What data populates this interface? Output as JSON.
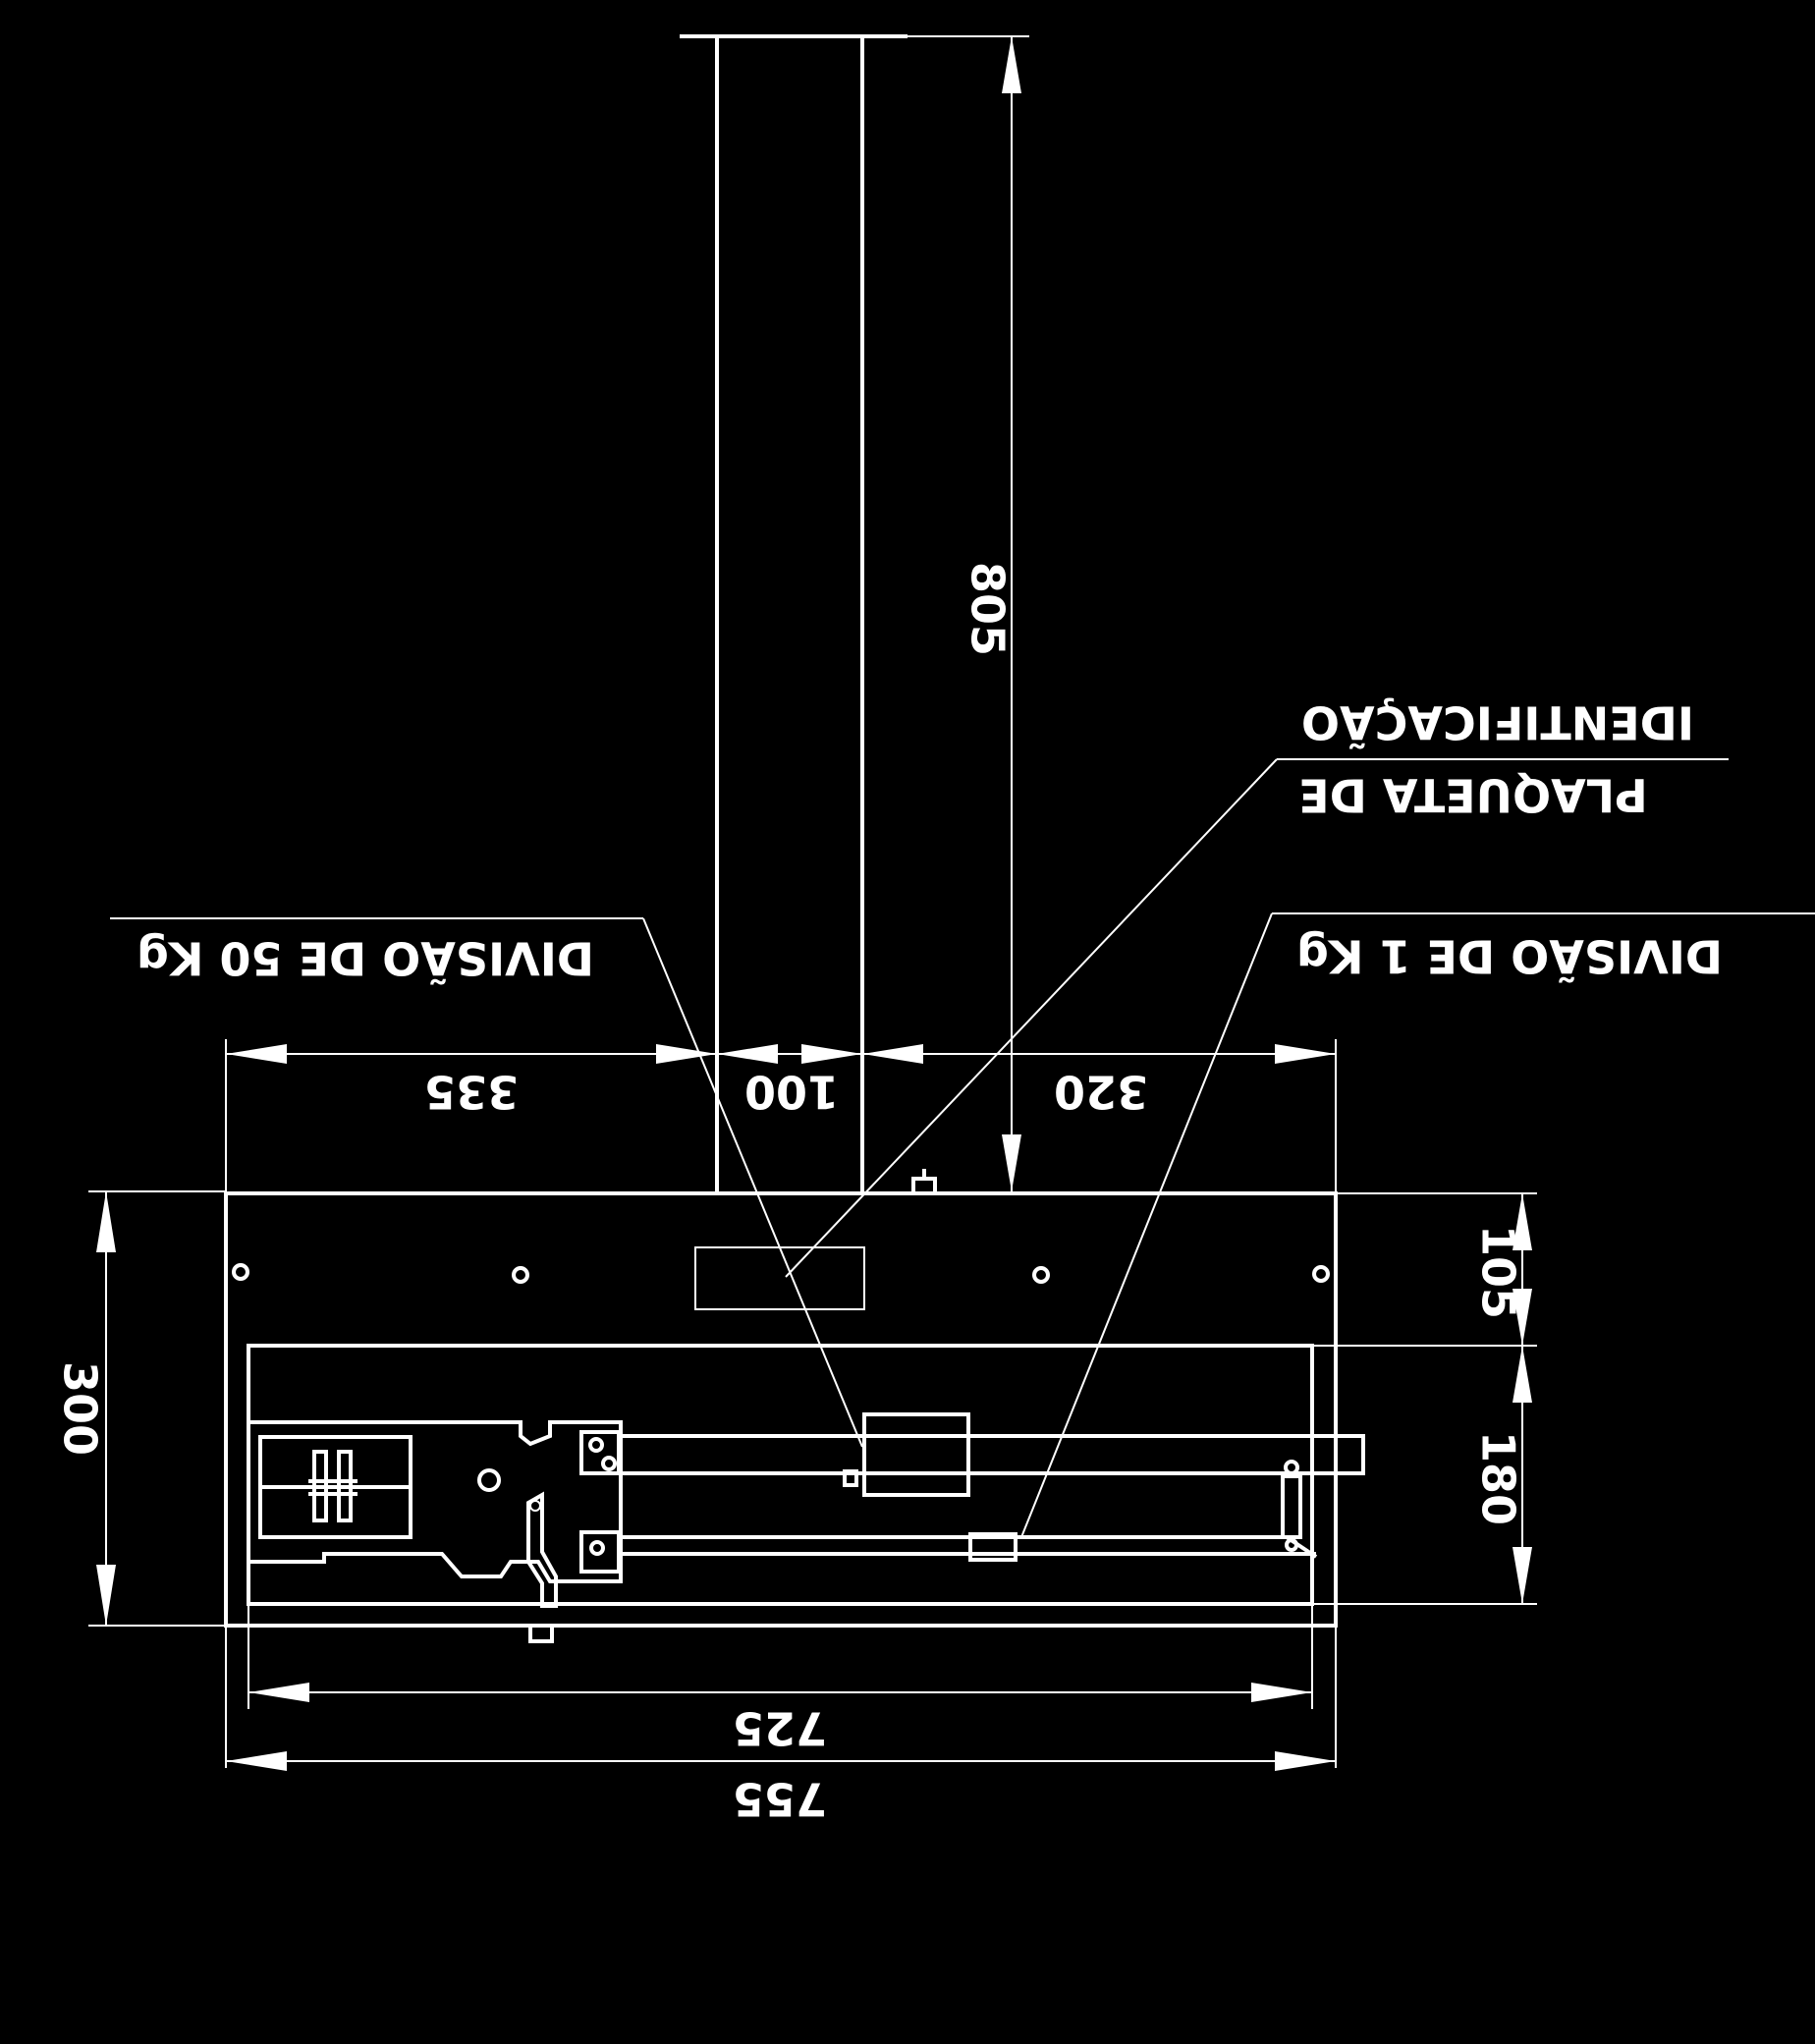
{
  "dimensions": {
    "column_height": "805",
    "left_offset": "335",
    "column_width": "100",
    "right_offset": "320",
    "body_height": "300",
    "upper_section": "105",
    "lower_section": "180",
    "inner_width": "725",
    "outer_width": "755"
  },
  "labels": {
    "division_50kg": "DIVISÃO DE 50 Kg",
    "division_1kg": "DIVISÃO DE 1 Kg",
    "plate_line1": "PLAQUETA DE",
    "plate_line2": "IDENTIFICAÇÃO"
  },
  "colors": {
    "background": "#000000",
    "lines": "#ffffff"
  }
}
